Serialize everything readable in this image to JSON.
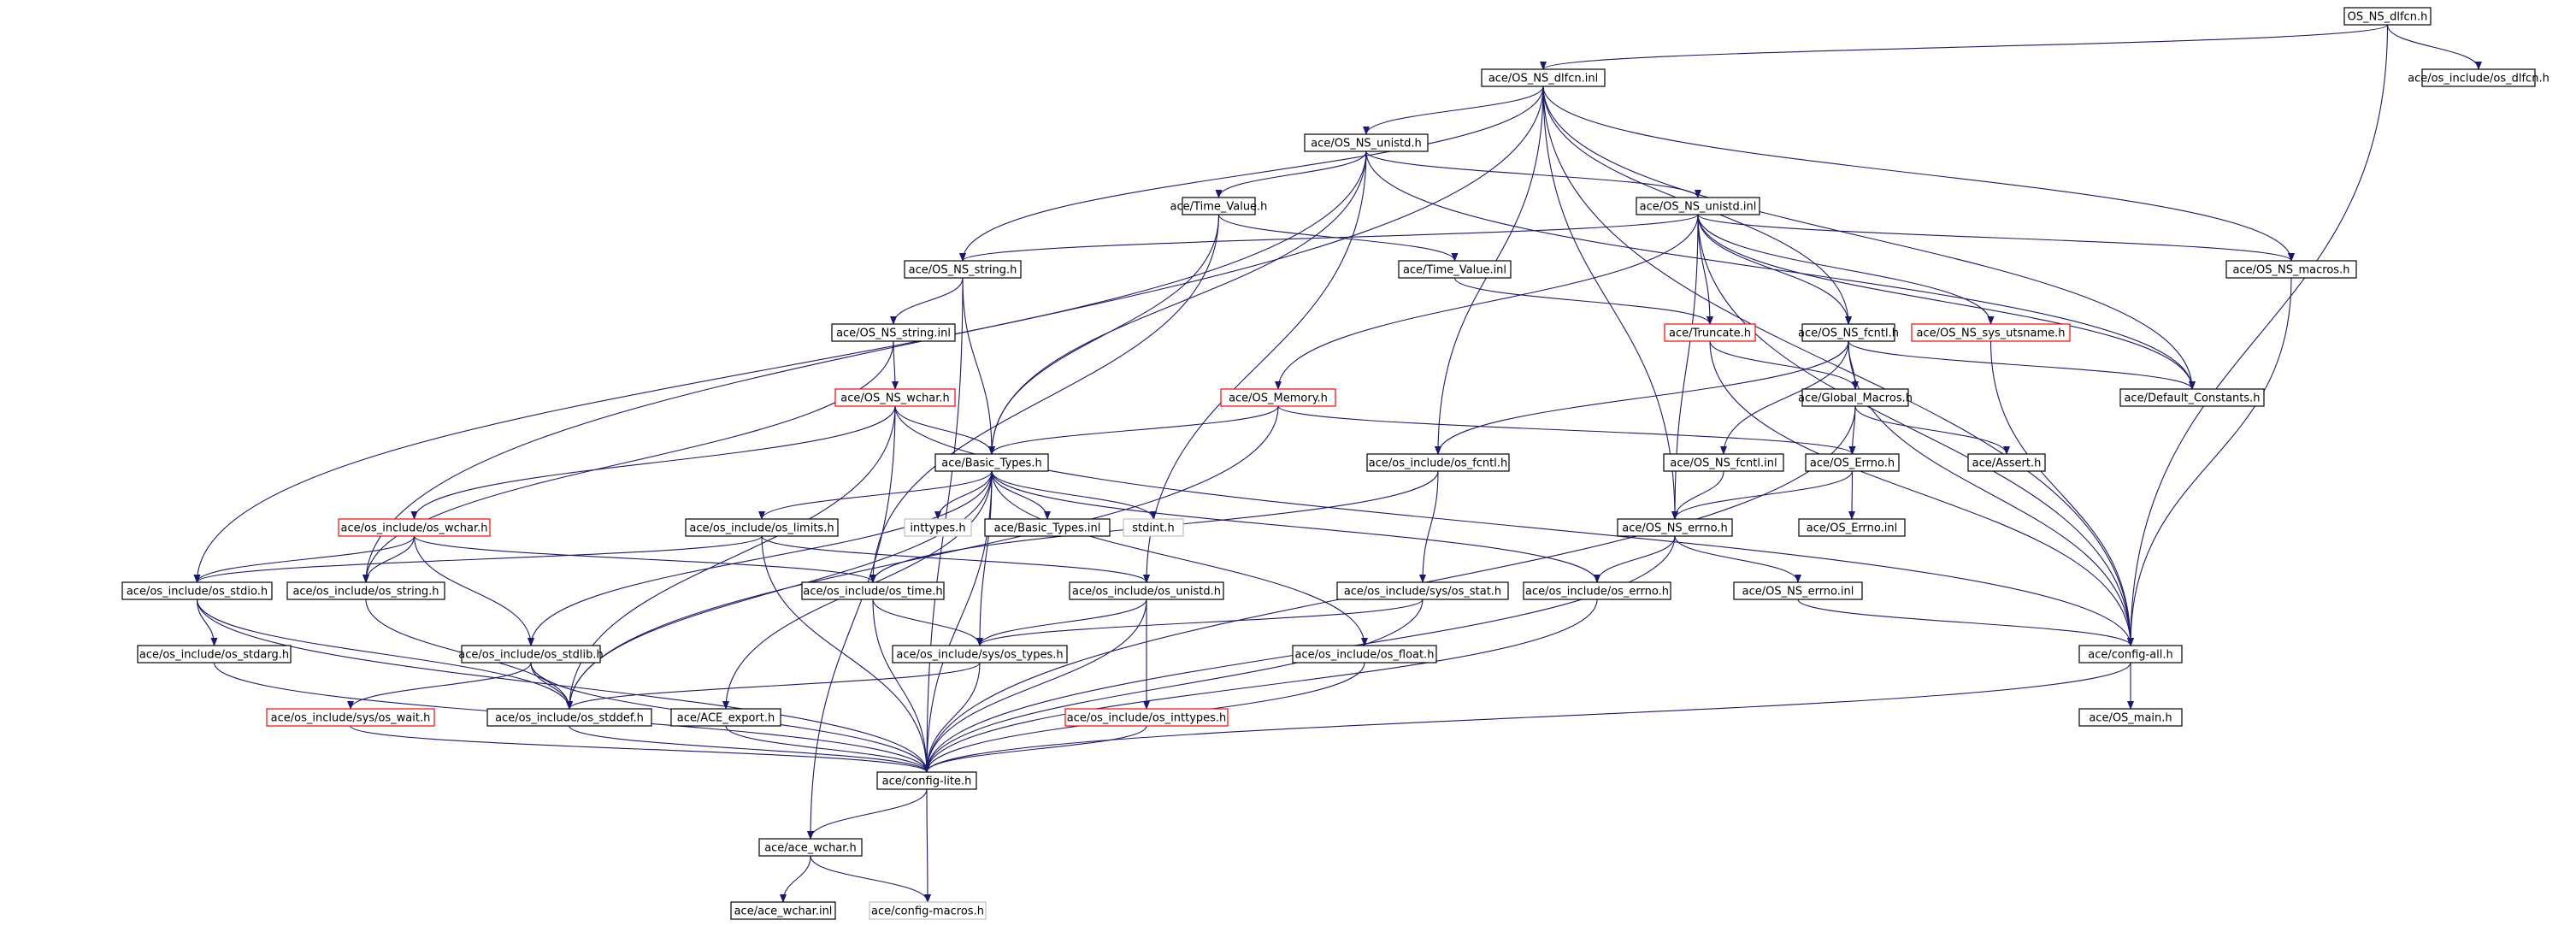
{
  "colors": {
    "edge": "#191970",
    "border_normal": "#000000",
    "border_truncated": "#ff0000",
    "border_leaf": "#bfbfbf",
    "root_fill": "#bfbfbf",
    "text": "#000000"
  },
  "nodes": [
    {
      "id": "root",
      "label": "OS_NS_dlfcn.h",
      "style": "root"
    },
    {
      "id": "dlfcn_inl",
      "label": "ace/OS_NS_dlfcn.inl",
      "style": "normal"
    },
    {
      "id": "os_dlfcn",
      "label": "ace/os_include/os_dlfcn.h",
      "style": "normal"
    },
    {
      "id": "unistd_h",
      "label": "ace/OS_NS_unistd.h",
      "style": "normal"
    },
    {
      "id": "time_value_h",
      "label": "ace/Time_Value.h",
      "style": "normal"
    },
    {
      "id": "unistd_inl",
      "label": "ace/OS_NS_unistd.inl",
      "style": "normal"
    },
    {
      "id": "string_h",
      "label": "ace/OS_NS_string.h",
      "style": "normal"
    },
    {
      "id": "time_value_inl",
      "label": "ace/Time_Value.inl",
      "style": "normal"
    },
    {
      "id": "macros_h",
      "label": "ace/OS_NS_macros.h",
      "style": "normal"
    },
    {
      "id": "string_inl",
      "label": "ace/OS_NS_string.inl",
      "style": "normal"
    },
    {
      "id": "truncate_h",
      "label": "ace/Truncate.h",
      "style": "truncated"
    },
    {
      "id": "fcntl_h",
      "label": "ace/OS_NS_fcntl.h",
      "style": "normal"
    },
    {
      "id": "utsname_h",
      "label": "ace/OS_NS_sys_utsname.h",
      "style": "truncated"
    },
    {
      "id": "wchar_h",
      "label": "ace/OS_NS_wchar.h",
      "style": "truncated"
    },
    {
      "id": "memory_h",
      "label": "ace/OS_Memory.h",
      "style": "truncated"
    },
    {
      "id": "global_macros",
      "label": "ace/Global_Macros.h",
      "style": "normal"
    },
    {
      "id": "default_constants",
      "label": "ace/Default_Constants.h",
      "style": "normal"
    },
    {
      "id": "basic_types_h",
      "label": "ace/Basic_Types.h",
      "style": "normal"
    },
    {
      "id": "os_fcntl",
      "label": "ace/os_include/os_fcntl.h",
      "style": "normal"
    },
    {
      "id": "fcntl_inl",
      "label": "ace/OS_NS_fcntl.inl",
      "style": "normal"
    },
    {
      "id": "os_errno_ace",
      "label": "ace/OS_Errno.h",
      "style": "normal"
    },
    {
      "id": "assert_h",
      "label": "ace/Assert.h",
      "style": "normal"
    },
    {
      "id": "os_wchar",
      "label": "ace/os_include/os_wchar.h",
      "style": "truncated"
    },
    {
      "id": "os_limits",
      "label": "ace/os_include/os_limits.h",
      "style": "normal"
    },
    {
      "id": "inttypes_h",
      "label": "inttypes.h",
      "style": "leaf"
    },
    {
      "id": "basic_types_inl",
      "label": "ace/Basic_Types.inl",
      "style": "normal"
    },
    {
      "id": "stdint_h",
      "label": "stdint.h",
      "style": "leaf"
    },
    {
      "id": "ns_errno_h",
      "label": "ace/OS_NS_errno.h",
      "style": "normal"
    },
    {
      "id": "os_errno_inl",
      "label": "ace/OS_Errno.inl",
      "style": "normal"
    },
    {
      "id": "os_stdio",
      "label": "ace/os_include/os_stdio.h",
      "style": "normal"
    },
    {
      "id": "os_string",
      "label": "ace/os_include/os_string.h",
      "style": "normal"
    },
    {
      "id": "os_time",
      "label": "ace/os_include/os_time.h",
      "style": "normal"
    },
    {
      "id": "os_unistd",
      "label": "ace/os_include/os_unistd.h",
      "style": "normal"
    },
    {
      "id": "sys_stat",
      "label": "ace/os_include/sys/os_stat.h",
      "style": "normal"
    },
    {
      "id": "os_errno_inc",
      "label": "ace/os_include/os_errno.h",
      "style": "normal"
    },
    {
      "id": "ns_errno_inl",
      "label": "ace/OS_NS_errno.inl",
      "style": "normal"
    },
    {
      "id": "os_stdarg",
      "label": "ace/os_include/os_stdarg.h",
      "style": "normal"
    },
    {
      "id": "os_stdlib",
      "label": "ace/os_include/os_stdlib.h",
      "style": "normal"
    },
    {
      "id": "sys_types",
      "label": "ace/os_include/sys/os_types.h",
      "style": "normal"
    },
    {
      "id": "os_float",
      "label": "ace/os_include/os_float.h",
      "style": "normal"
    },
    {
      "id": "config_all",
      "label": "ace/config-all.h",
      "style": "normal"
    },
    {
      "id": "sys_wait",
      "label": "ace/os_include/sys/os_wait.h",
      "style": "truncated"
    },
    {
      "id": "os_stddef",
      "label": "ace/os_include/os_stddef.h",
      "style": "normal"
    },
    {
      "id": "ace_export",
      "label": "ace/ACE_export.h",
      "style": "normal"
    },
    {
      "id": "os_inttypes",
      "label": "ace/os_include/os_inttypes.h",
      "style": "truncated"
    },
    {
      "id": "os_main",
      "label": "ace/OS_main.h",
      "style": "normal"
    },
    {
      "id": "config_lite",
      "label": "ace/config-lite.h",
      "style": "normal"
    },
    {
      "id": "ace_wchar_h",
      "label": "ace/ace_wchar.h",
      "style": "normal"
    },
    {
      "id": "ace_wchar_inl",
      "label": "ace/ace_wchar.inl",
      "style": "normal"
    },
    {
      "id": "config_macros",
      "label": "ace/config-macros.h",
      "style": "leaf"
    }
  ],
  "edges": [
    [
      "root",
      "dlfcn_inl"
    ],
    [
      "root",
      "os_dlfcn"
    ],
    [
      "root",
      "config_all"
    ],
    [
      "dlfcn_inl",
      "unistd_h"
    ],
    [
      "dlfcn_inl",
      "string_h"
    ],
    [
      "dlfcn_inl",
      "macros_h"
    ],
    [
      "dlfcn_inl",
      "fcntl_h"
    ],
    [
      "dlfcn_inl",
      "default_constants"
    ],
    [
      "dlfcn_inl",
      "os_fcntl"
    ],
    [
      "dlfcn_inl",
      "ns_errno_h"
    ],
    [
      "dlfcn_inl",
      "os_string"
    ],
    [
      "dlfcn_inl",
      "config_all"
    ],
    [
      "unistd_h",
      "time_value_h"
    ],
    [
      "unistd_h",
      "unistd_inl"
    ],
    [
      "unistd_h",
      "basic_types_h"
    ],
    [
      "unistd_h",
      "os_unistd"
    ],
    [
      "unistd_h",
      "os_stdio"
    ],
    [
      "unistd_h",
      "default_constants"
    ],
    [
      "time_value_h",
      "time_value_inl"
    ],
    [
      "time_value_h",
      "basic_types_h"
    ],
    [
      "time_value_h",
      "os_time"
    ],
    [
      "time_value_inl",
      "truncate_h"
    ],
    [
      "unistd_inl",
      "string_h"
    ],
    [
      "unistd_inl",
      "macros_h"
    ],
    [
      "unistd_inl",
      "truncate_h"
    ],
    [
      "unistd_inl",
      "fcntl_h"
    ],
    [
      "unistd_inl",
      "utsname_h"
    ],
    [
      "unistd_inl",
      "memory_h"
    ],
    [
      "unistd_inl",
      "ns_errno_h"
    ],
    [
      "unistd_inl",
      "default_constants"
    ],
    [
      "unistd_inl",
      "config_all"
    ],
    [
      "string_h",
      "string_inl"
    ],
    [
      "string_h",
      "basic_types_h"
    ],
    [
      "string_h",
      "config_lite"
    ],
    [
      "string_inl",
      "wchar_h"
    ],
    [
      "string_inl",
      "os_string"
    ],
    [
      "macros_h",
      "config_all"
    ],
    [
      "truncate_h",
      "global_macros"
    ],
    [
      "truncate_h",
      "config_all"
    ],
    [
      "fcntl_h",
      "global_macros"
    ],
    [
      "fcntl_h",
      "default_constants"
    ],
    [
      "fcntl_h",
      "os_fcntl"
    ],
    [
      "fcntl_h",
      "fcntl_inl"
    ],
    [
      "fcntl_h",
      "config_all"
    ],
    [
      "utsname_h",
      "config_all"
    ],
    [
      "wchar_h",
      "basic_types_h"
    ],
    [
      "wchar_h",
      "os_wchar"
    ],
    [
      "wchar_h",
      "os_stddef"
    ],
    [
      "wchar_h",
      "ace_wchar_h"
    ],
    [
      "wchar_h",
      "config_all"
    ],
    [
      "memory_h",
      "basic_types_h"
    ],
    [
      "memory_h",
      "os_errno_ace"
    ],
    [
      "memory_h",
      "os_stddef"
    ],
    [
      "global_macros",
      "os_errno_ace"
    ],
    [
      "global_macros",
      "assert_h"
    ],
    [
      "global_macros",
      "config_lite"
    ],
    [
      "basic_types_h",
      "os_limits"
    ],
    [
      "basic_types_h",
      "inttypes_h"
    ],
    [
      "basic_types_h",
      "basic_types_inl"
    ],
    [
      "basic_types_h",
      "stdint_h"
    ],
    [
      "basic_types_h",
      "sys_types"
    ],
    [
      "basic_types_h",
      "os_stdlib"
    ],
    [
      "basic_types_h",
      "os_stddef"
    ],
    [
      "basic_types_h",
      "ace_export"
    ],
    [
      "basic_types_h",
      "os_float"
    ],
    [
      "basic_types_h",
      "os_errno_inc"
    ],
    [
      "basic_types_h",
      "config_lite"
    ],
    [
      "os_fcntl",
      "sys_stat"
    ],
    [
      "os_fcntl",
      "os_time"
    ],
    [
      "fcntl_inl",
      "ns_errno_h"
    ],
    [
      "os_errno_ace",
      "ns_errno_h"
    ],
    [
      "os_errno_ace",
      "os_errno_inl"
    ],
    [
      "os_wchar",
      "os_stdio"
    ],
    [
      "os_wchar",
      "os_string"
    ],
    [
      "os_wchar",
      "os_stdlib"
    ],
    [
      "os_wchar",
      "os_time"
    ],
    [
      "os_limits",
      "os_unistd"
    ],
    [
      "os_limits",
      "os_stdio"
    ],
    [
      "os_limits",
      "config_lite"
    ],
    [
      "ns_errno_h",
      "os_errno_inc"
    ],
    [
      "ns_errno_h",
      "ns_errno_inl"
    ],
    [
      "ns_errno_h",
      "config_lite"
    ],
    [
      "ns_errno_inl",
      "config_all"
    ],
    [
      "os_stdio",
      "os_stdarg"
    ],
    [
      "os_stdio",
      "os_stddef"
    ],
    [
      "os_stdio",
      "config_lite"
    ],
    [
      "os_string",
      "os_stddef"
    ],
    [
      "os_time",
      "sys_types"
    ],
    [
      "os_time",
      "config_lite"
    ],
    [
      "os_unistd",
      "sys_types"
    ],
    [
      "os_unistd",
      "os_inttypes"
    ],
    [
      "os_unistd",
      "config_lite"
    ],
    [
      "sys_stat",
      "sys_types"
    ],
    [
      "sys_stat",
      "config_lite"
    ],
    [
      "os_errno_inc",
      "config_lite"
    ],
    [
      "os_stdarg",
      "config_lite"
    ],
    [
      "os_stdlib",
      "sys_wait"
    ],
    [
      "os_stdlib",
      "os_stddef"
    ],
    [
      "os_stdlib",
      "config_lite"
    ],
    [
      "sys_types",
      "os_stddef"
    ],
    [
      "sys_types",
      "config_lite"
    ],
    [
      "os_float",
      "config_lite"
    ],
    [
      "config_all",
      "os_main"
    ],
    [
      "config_all",
      "config_lite"
    ],
    [
      "sys_wait",
      "config_lite"
    ],
    [
      "os_stddef",
      "config_lite"
    ],
    [
      "ace_export",
      "config_lite"
    ],
    [
      "os_inttypes",
      "config_lite"
    ],
    [
      "config_lite",
      "ace_wchar_h"
    ],
    [
      "config_lite",
      "config_macros"
    ],
    [
      "ace_wchar_h",
      "ace_wchar_inl"
    ],
    [
      "ace_wchar_h",
      "config_macros"
    ]
  ]
}
